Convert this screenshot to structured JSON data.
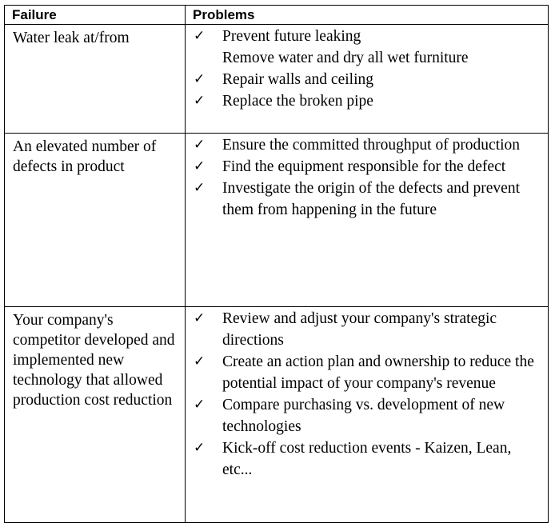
{
  "table": {
    "headers": {
      "failure": "Failure",
      "problems": "Problems"
    },
    "rows": [
      {
        "failure": "Water leak at/from",
        "problems": [
          {
            "text": "Prevent future leaking",
            "checked": true
          },
          {
            "text": "Remove water and dry all wet furniture",
            "checked": false
          },
          {
            "text": "Repair walls and ceiling",
            "checked": true
          },
          {
            "text": "Replace the broken pipe",
            "checked": true
          }
        ]
      },
      {
        "failure": "An elevated number of defects in product",
        "problems": [
          {
            "text": "Ensure the committed throughput of production",
            "checked": true
          },
          {
            "text": "Find the equipment responsible for the defect",
            "checked": true
          },
          {
            "text": "Investigate the origin of the defects and prevent them from happening in the future",
            "checked": true
          }
        ]
      },
      {
        "failure": "Your company's competitor developed and implemented new technology that allowed production cost reduction",
        "problems": [
          {
            "text": "Review and adjust your company's strategic directions",
            "checked": true
          },
          {
            "text": "Create an action plan and ownership to reduce the potential impact of your company's revenue",
            "checked": true
          },
          {
            "text": "Compare purchasing vs. development of new technologies",
            "checked": true
          },
          {
            "text": "Kick-off cost reduction events - Kaizen, Lean, etc...",
            "checked": true
          }
        ]
      }
    ]
  },
  "icons": {
    "check": "✓"
  }
}
